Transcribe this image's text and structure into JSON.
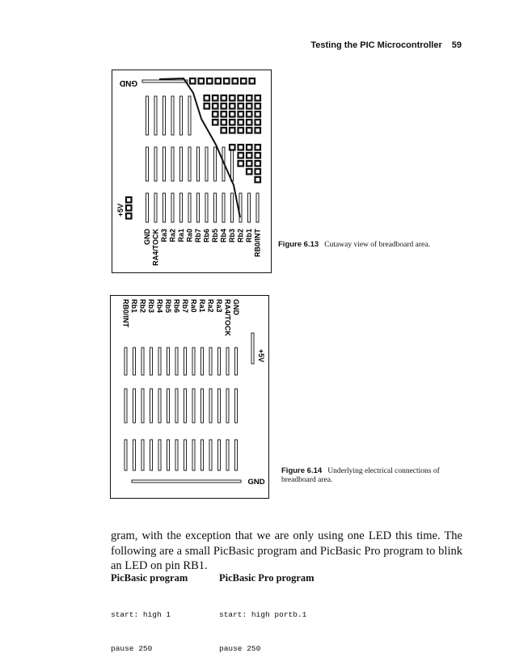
{
  "header": {
    "title": "Testing the PIC Microcontroller",
    "page_number": "59"
  },
  "figure_6_13": {
    "caption_number": "Figure 6.13",
    "caption_text": "Cutaway view of breadboard area.",
    "labels": {
      "gnd_top": "GND",
      "plus5v": "+5V"
    },
    "pin_labels": [
      "GND",
      "RA4/TOCK",
      "Ra3",
      "Ra2",
      "Ra1",
      "Ra0",
      "Rb7",
      "Rb6",
      "Rb5",
      "Rb4",
      "Rb3",
      "Rb2",
      "Rb1",
      "RB0/INT"
    ]
  },
  "figure_6_14": {
    "caption_number": "Figure 6.14",
    "caption_text": "Underlying electrical connections of breadboard area.",
    "labels": {
      "gnd_bottom": "GND",
      "plus5v": "+5V"
    },
    "pin_labels": [
      "GND",
      "RA4/TOCK",
      "Ra3",
      "Ra2",
      "Ra1",
      "Ra0",
      "Rb7",
      "Rb6",
      "Rb5",
      "Rb4",
      "Rb3",
      "Rb2",
      "Rb1",
      "RB0/INT"
    ]
  },
  "body": {
    "paragraph": "gram, with the exception that we are only using one LED this time. The following are a small PicBasic program and PicBasic Pro program to blink an LED on pin RB1."
  },
  "programs": {
    "picbasic": {
      "heading": "PicBasic program",
      "lines": [
        "start: high 1",
        "pause 250"
      ]
    },
    "picbasic_pro": {
      "heading": "PicBasic Pro program",
      "lines": [
        "start: high portb.1",
        "pause 250"
      ]
    }
  }
}
